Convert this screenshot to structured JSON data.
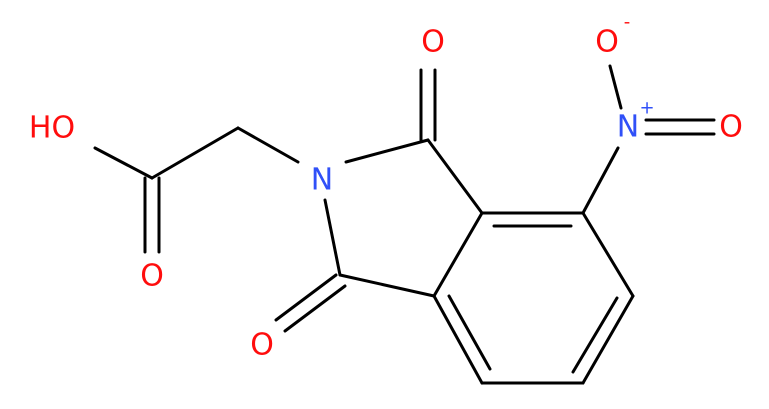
{
  "colors": {
    "background": "#ffffff",
    "bond": "#000000",
    "oxygen": "#ff0d0d",
    "nitrogen": "#3050f8"
  },
  "atoms": {
    "hydroxyl": {
      "label": "HO"
    },
    "carboxyl_oxygen": {
      "label": "O"
    },
    "imide_nitrogen": {
      "label": "N"
    },
    "carbonyl_oxygen_top": {
      "label": "O"
    },
    "carbonyl_oxygen_bottom": {
      "label": "O"
    },
    "nitro_nitrogen": {
      "label": "N",
      "charge": "+"
    },
    "nitro_oxygen_anion": {
      "label": "O",
      "charge": "-"
    },
    "nitro_oxygen_double": {
      "label": "O"
    }
  }
}
